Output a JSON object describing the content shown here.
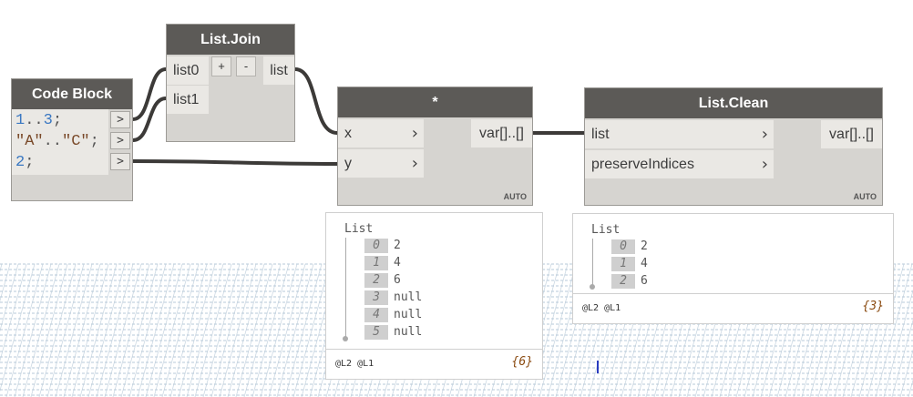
{
  "nodes": {
    "code_block": {
      "title": "Code Block",
      "lines": [
        [
          {
            "t": "1",
            "c": "num"
          },
          {
            "t": "..",
            "c": "op"
          },
          {
            "t": "3",
            "c": "num"
          },
          {
            "t": ";",
            "c": "op"
          }
        ],
        [
          {
            "t": "\"A\"",
            "c": "str"
          },
          {
            "t": "..",
            "c": "op"
          },
          {
            "t": "\"C\"",
            "c": "str"
          },
          {
            "t": ";",
            "c": "op"
          }
        ],
        [
          {
            "t": "2",
            "c": "num"
          },
          {
            "t": ";",
            "c": "op"
          }
        ]
      ],
      "out_symbol": ">"
    },
    "list_join": {
      "title": "List.Join",
      "inputs": [
        "list0",
        "list1"
      ],
      "add_label": "+",
      "remove_label": "-",
      "output": "list"
    },
    "multiply": {
      "title": "*",
      "inputs": [
        "x",
        "y"
      ],
      "output": "var[]..[]",
      "lacing": "AUTO"
    },
    "list_clean": {
      "title": "List.Clean",
      "inputs": [
        "list",
        "preserveIndices"
      ],
      "output": "var[]..[]",
      "lacing": "AUTO"
    }
  },
  "watch": {
    "multiply": {
      "title": "List",
      "items": [
        {
          "i": "0",
          "v": "2"
        },
        {
          "i": "1",
          "v": "4"
        },
        {
          "i": "2",
          "v": "6"
        },
        {
          "i": "3",
          "v": "null"
        },
        {
          "i": "4",
          "v": "null"
        },
        {
          "i": "5",
          "v": "null"
        }
      ],
      "levels": "@L2 @L1",
      "count": "{6}"
    },
    "clean": {
      "title": "List",
      "items": [
        {
          "i": "0",
          "v": "2"
        },
        {
          "i": "1",
          "v": "4"
        },
        {
          "i": "2",
          "v": "6"
        }
      ],
      "levels": "@L2 @L1",
      "count": "{3}"
    }
  },
  "colors": {
    "header": "#5c5a57",
    "node_body": "#d6d4d0",
    "wire": "#3c3a38",
    "grid": "#b7c9d8"
  }
}
